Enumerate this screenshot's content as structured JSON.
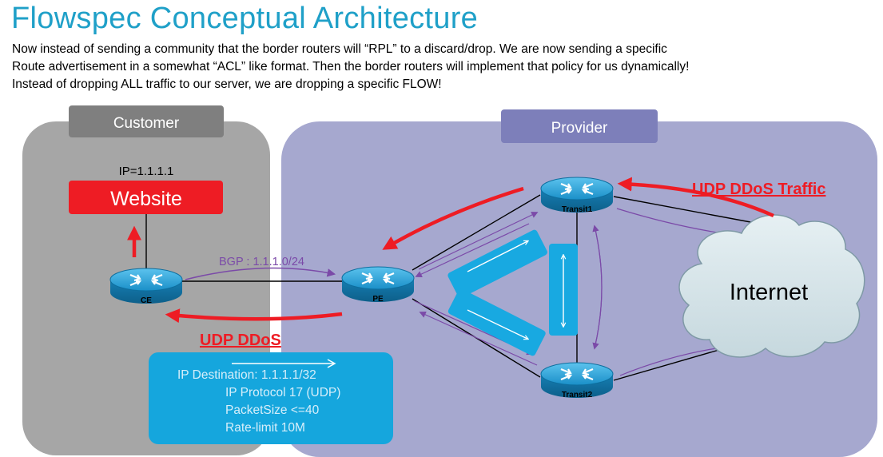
{
  "title": "Flowspec Conceptual Architecture",
  "paragraph": [
    "Now instead of sending a community that the border routers will “RPL” to a discard/drop. We are now sending a specific",
    "Route advertisement in a somewhat “ACL” like format. Then the border routers will implement that policy for us dynamically!",
    "Instead of dropping ALL traffic to our server, we are dropping a specific FLOW!"
  ],
  "customer": {
    "label": "Customer",
    "ip": "IP=1.1.1.1",
    "website": "Website"
  },
  "provider": {
    "label": "Provider"
  },
  "routers": {
    "ce": "CE",
    "pe": "PE",
    "transit1": "Transit1",
    "transit2": "Transit2"
  },
  "internet": "Internet",
  "bgp": "BGP : 1.1.1.0/24",
  "udp_ddos": "UDP DDoS",
  "udp_traffic": "UDP DDoS Traffic",
  "flowspec_rule": {
    "line1": "IP Destination: 1.1.1.1/32",
    "line2": "IP Protocol 17 (UDP)",
    "line3": "PacketSize <=40",
    "line4": "Rate-limit 10M"
  },
  "colors": {
    "title": "#1fa0c8",
    "customer_zone": "#a6a6a6",
    "customer_tab": "#7f7f7f",
    "provider_zone": "#a6a8cf",
    "provider_tab": "#7d7fba",
    "website": "#ee1c24",
    "attack": "#ee1c24",
    "bgp": "#7b4aa8",
    "flowspec_box": "#15a6dd",
    "router": "#1a8fc8"
  }
}
